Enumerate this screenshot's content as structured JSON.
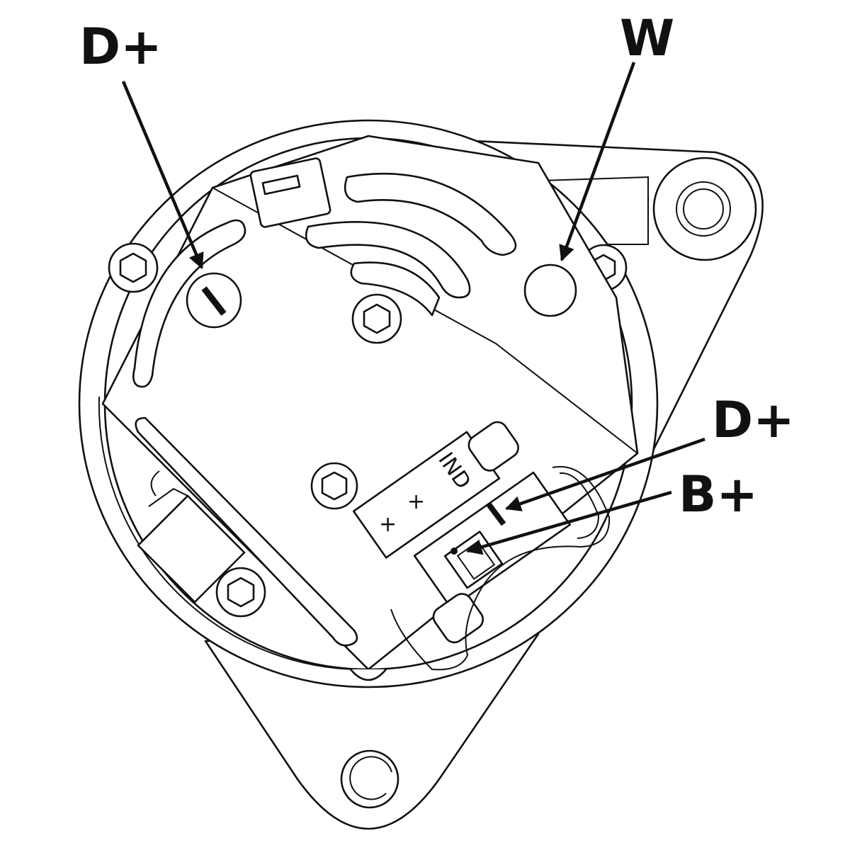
{
  "labels": {
    "d_plus_top": "D+",
    "w": "W",
    "d_plus_right": "D+",
    "b_plus": "B+"
  },
  "terminal_block": {
    "ind": "IND",
    "plus_1": "+",
    "plus_2": "+"
  },
  "colors": {
    "line": "#111111",
    "background": "#ffffff"
  }
}
